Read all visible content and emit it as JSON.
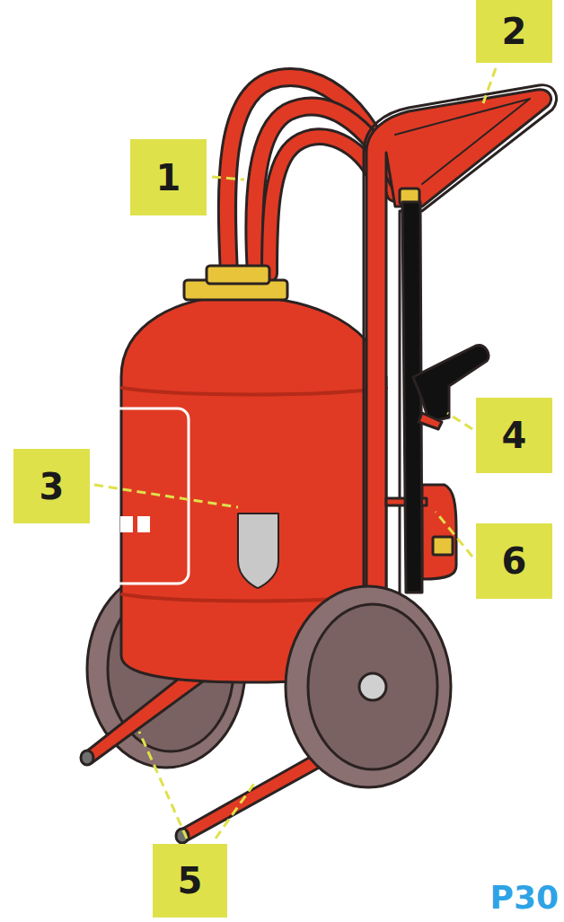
{
  "diagram": {
    "nodes": [
      {
        "text": [
          "1"
        ]
      },
      {
        "text": [
          "2"
        ]
      },
      {
        "text": [
          "3"
        ]
      },
      {
        "text": [
          "4"
        ]
      },
      {
        "text": [
          "5"
        ]
      },
      {
        "text": [
          "6"
        ]
      }
    ],
    "labels": [
      "P30"
    ]
  }
}
